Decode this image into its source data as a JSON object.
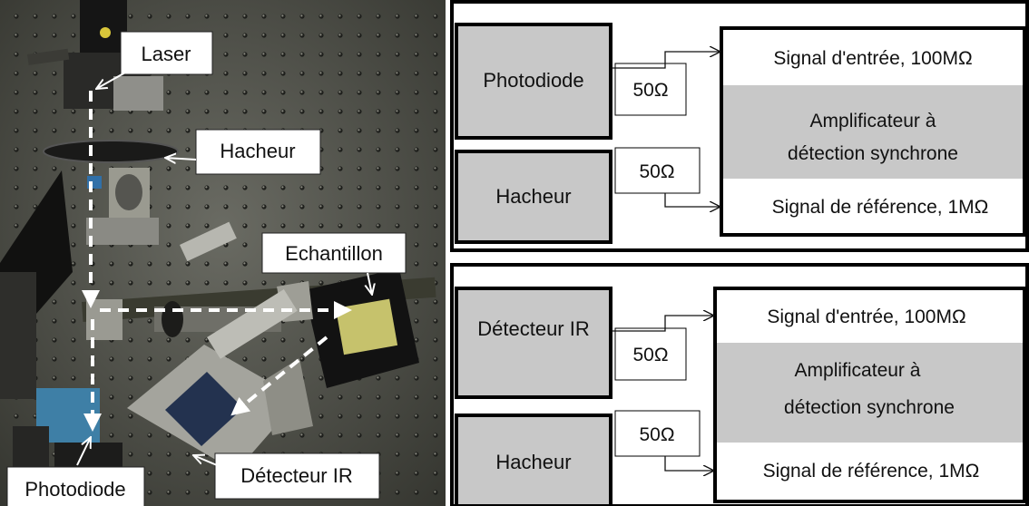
{
  "photo": {
    "labels": {
      "laser": "Laser",
      "chopper": "Hacheur",
      "sample": "Echantillon",
      "photodiode": "Photodiode",
      "ir_detector": "Détecteur IR"
    }
  },
  "diagram_top": {
    "source": "Photodiode",
    "reference": "Hacheur",
    "resistor_signal": "50Ω",
    "resistor_reference": "50Ω",
    "amp_input": "Signal d'entrée, 100MΩ",
    "amp_line1": "Amplificateur à",
    "amp_line2": "détection synchrone",
    "amp_reference": "Signal de référence, 1MΩ"
  },
  "diagram_bottom": {
    "source": "Détecteur IR",
    "reference": "Hacheur",
    "resistor_signal": "50Ω",
    "resistor_reference": "50Ω",
    "amp_input": "Signal d'entrée, 100MΩ",
    "amp_line1": "Amplificateur à",
    "amp_line2": "détection synchrone",
    "amp_reference": "Signal de référence, 1MΩ"
  },
  "colors": {
    "block_fill": "#c8c8c8",
    "table_base": "#4a4c47",
    "beam_arrow": "#ffffff"
  }
}
